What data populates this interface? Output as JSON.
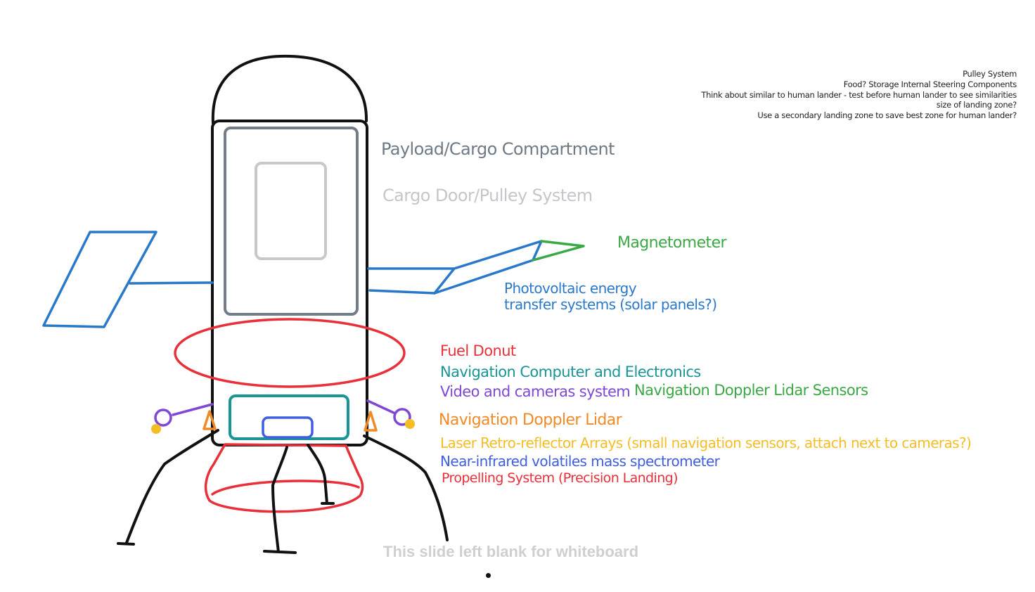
{
  "notes": [
    "Pulley System",
    "Food? Storage Internal Steering Components",
    "Think about similar to human lander - test before human lander to see similarities",
    "size of landing zone?",
    "Use a secondary landing zone to save best zone for human lander?"
  ],
  "labels": {
    "payload": "Payload/Cargo Compartment",
    "cargo_door": "Cargo Door/Pulley System",
    "magnetometer": "Magnetometer",
    "photovoltaic_1": "Photovoltaic energy",
    "photovoltaic_2": "transfer systems (solar panels?)",
    "fuel_donut": "Fuel Donut",
    "nav_computer": "Navigation Computer and Electronics",
    "video": "Video and cameras system",
    "nav_doppler_sensors": "Navigation Doppler Lidar Sensors",
    "nav_doppler": "Navigation Doppler Lidar",
    "laser": "Laser Retro-reflector Arrays (small navigation sensors, attach next to cameras?)",
    "nir": "Near-infrared volatiles mass spectrometer",
    "propelling": "Propelling System (Precision Landing)"
  },
  "colors": {
    "payload": "#6e7a86",
    "cargo_door": "#c4c6ca",
    "magnetometer": "#3aa845",
    "photovoltaic": "#2a78c8",
    "fuel_donut": "#e8303a",
    "nav_computer": "#1a9596",
    "video": "#7f47d6",
    "nav_doppler_sensors": "#3aa845",
    "nav_doppler": "#f08a26",
    "laser": "#f5bd25",
    "nir": "#3f5ee0",
    "propelling": "#e8303a",
    "outline": "#111111"
  },
  "placeholder_text": "This slide left blank for whiteboard"
}
